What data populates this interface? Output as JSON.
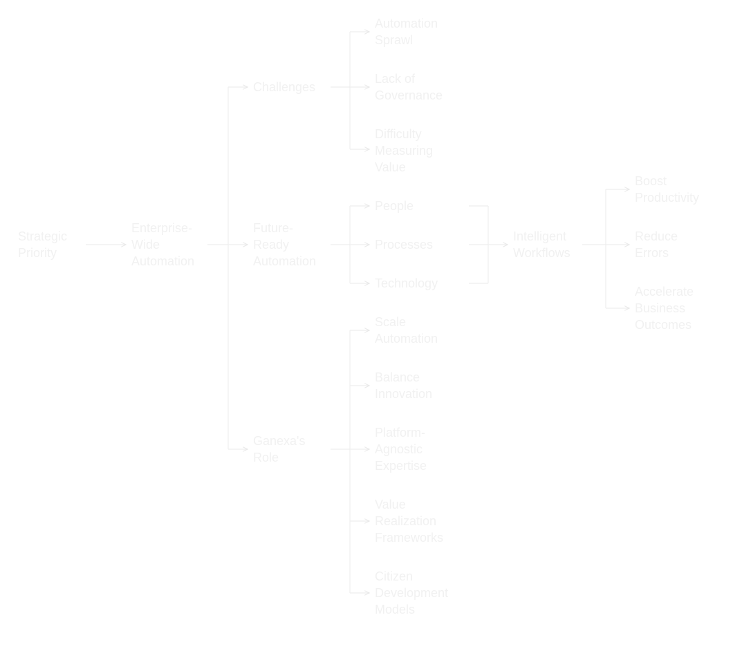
{
  "colors": {
    "background": "#ffffff",
    "text": "#f1f1f1",
    "line": "#eeeeee"
  },
  "nodes": {
    "strategic_priority": [
      "Strategic",
      "Priority"
    ],
    "enterprise_wide": [
      "Enterprise-",
      "Wide",
      "Automation"
    ],
    "challenges": [
      "Challenges"
    ],
    "future_ready": [
      "Future-",
      "Ready",
      "Automation"
    ],
    "ganexas_role": [
      "Ganexa's",
      "Role"
    ],
    "automation_sprawl": [
      "Automation",
      "Sprawl"
    ],
    "lack_governance": [
      "Lack of",
      "Governance"
    ],
    "difficulty_measuring": [
      "Difficulty",
      "Measuring",
      "Value"
    ],
    "people": [
      "People"
    ],
    "processes": [
      "Processes"
    ],
    "technology": [
      "Technology"
    ],
    "scale_automation": [
      "Scale",
      "Automation"
    ],
    "balance_innovation": [
      "Balance",
      "Innovation"
    ],
    "platform_agnostic": [
      "Platform-",
      "Agnostic",
      "Expertise"
    ],
    "value_realization": [
      "Value",
      "Realization",
      "Frameworks"
    ],
    "citizen_development": [
      "Citizen",
      "Development",
      "Models"
    ],
    "intelligent_workflows": [
      "Intelligent",
      "Workflows"
    ],
    "boost_productivity": [
      "Boost",
      "Productivity"
    ],
    "reduce_errors": [
      "Reduce",
      "Errors"
    ],
    "accelerate_outcomes": [
      "Accelerate",
      "Business",
      "Outcomes"
    ]
  }
}
